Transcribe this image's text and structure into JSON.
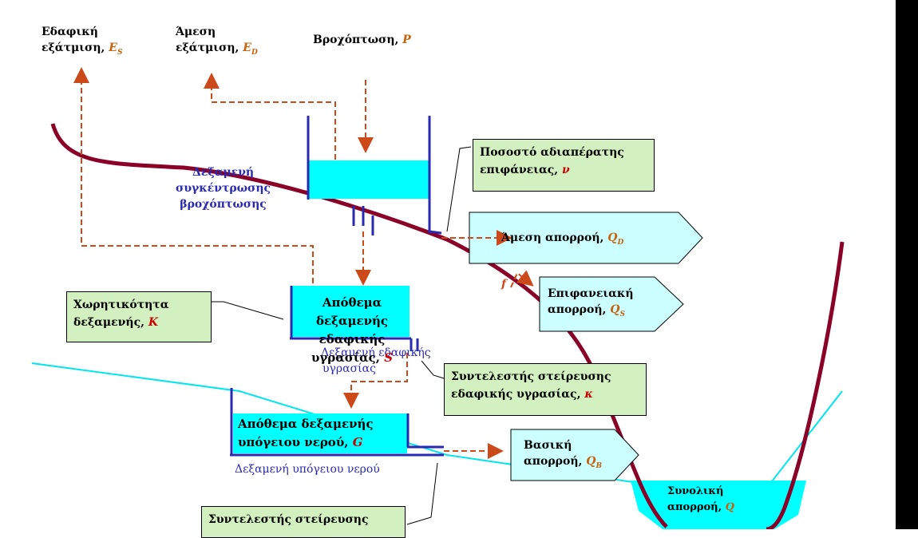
{
  "labels": {
    "soil_evap": {
      "line1": "Εδαφική",
      "line2": "εξάτμιση,",
      "symbol": "E",
      "sub": "S"
    },
    "direct_evap": {
      "line1": "Άμεση",
      "line2": "εξάτμιση,",
      "symbol": "E",
      "sub": "D"
    },
    "rainfall": {
      "text": "Βροχόπτωση,",
      "symbol": "P"
    },
    "rain_reservoir": {
      "line1": "Δεξαμενή",
      "line2": "συγκέντρωσης",
      "line3": "βροχόπτωσης"
    },
    "soil_reservoir": {
      "line1": "Δεξαμενή εδαφικής",
      "line2": "υγρασίας"
    },
    "groundwater_reservoir": {
      "text": "Δεξαμενή υπόγειου νερού"
    },
    "infiltration_marker": {
      "text": "f"
    }
  },
  "boxes": {
    "impervious": {
      "line1": "Ποσοστό αδιαπέρατης",
      "line2": "επιφάνειας,",
      "symbol": "ν"
    },
    "capacity": {
      "line1": "Χωρητικότητα",
      "line2": "δεξαμενής,",
      "symbol": "K"
    },
    "soil_recession": {
      "line1": "Συντελεστής στείρευσης",
      "line2": "εδαφικής υγρασίας,",
      "symbol": "κ"
    },
    "gw_recession": {
      "line1": "Συντελεστής στείρευσης"
    }
  },
  "storages": {
    "soil": {
      "line1": "Απόθεμα δεξαμενής",
      "line2": "εδαφικής υγρασίας,",
      "symbol": "S"
    },
    "groundwater": {
      "line1": "Απόθεμα δεξαμενής",
      "line2": "υπόγειου νερού,",
      "symbol": "G"
    },
    "total": {
      "line1": "Συνολική",
      "line2": "απορροή,",
      "symbol": "Q"
    }
  },
  "flows": {
    "direct": {
      "text": "Άμεση απορροή,",
      "symbol": "Q",
      "sub": "D"
    },
    "surface": {
      "line1": "Επιφανειακή",
      "line2": "απορροή,",
      "symbol": "Q",
      "sub": "S"
    },
    "base": {
      "line1": "Βασική",
      "line2": "απορροή,",
      "symbol": "Q",
      "sub": "B"
    }
  },
  "colors": {
    "water": "#00ffff",
    "ground": "#8b0026",
    "arrow": "#cc4a1a",
    "box_green": "#d3f0c0",
    "flow_box": "#ccffff",
    "frame": "#000000"
  }
}
